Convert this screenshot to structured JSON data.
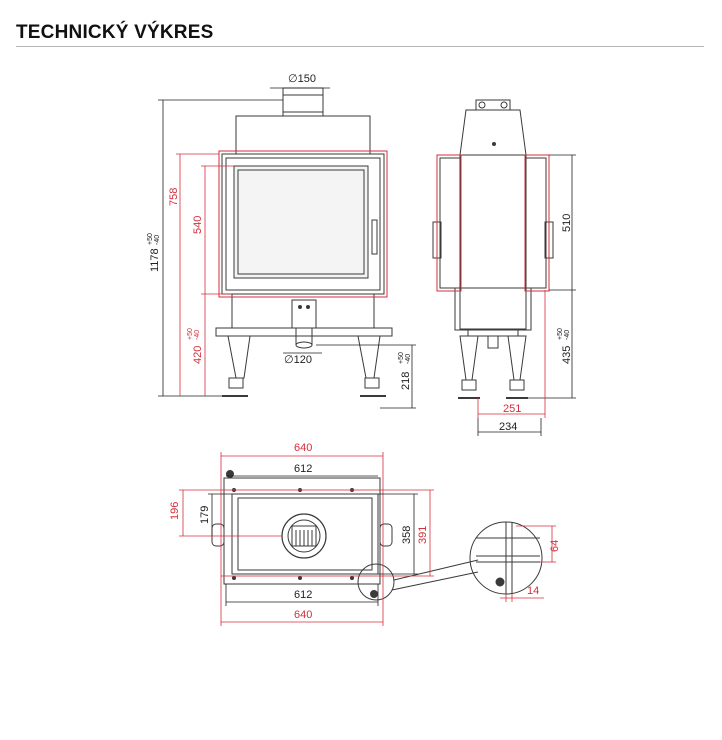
{
  "header": {
    "title": "TECHNICKÝ VÝKRES"
  },
  "colors": {
    "red_dim": "#d62e3c",
    "black_dim": "#222222",
    "outline": "#3a3a3a",
    "glass": "#d0d0d0"
  },
  "front_view": {
    "flue_diameter": "∅150",
    "air_diameter": "∅120",
    "height_total": "1178",
    "height_total_tol_plus": "+50",
    "height_total_tol_minus": "-40",
    "height_door_frame": "758",
    "height_glass": "540",
    "height_base": "420",
    "height_base_tol_plus": "+50",
    "height_base_tol_minus": "-40",
    "height_air_inlet": "218",
    "height_air_tol_plus": "+50",
    "height_air_tol_minus": "-40"
  },
  "side_view": {
    "height_door": "510",
    "height_legs": "435",
    "height_legs_tol_plus": "+50",
    "height_legs_tol_minus": "-40",
    "depth_outer": "251",
    "depth_body": "234"
  },
  "top_view": {
    "width_outer_top": "640",
    "width_inner_top": "612",
    "width_inner_bottom": "612",
    "width_outer_bottom": "640",
    "depth_196": "196",
    "depth_179": "179",
    "depth_358": "358",
    "depth_391": "391"
  },
  "detail_view": {
    "offset_64": "64",
    "offset_14": "14"
  }
}
